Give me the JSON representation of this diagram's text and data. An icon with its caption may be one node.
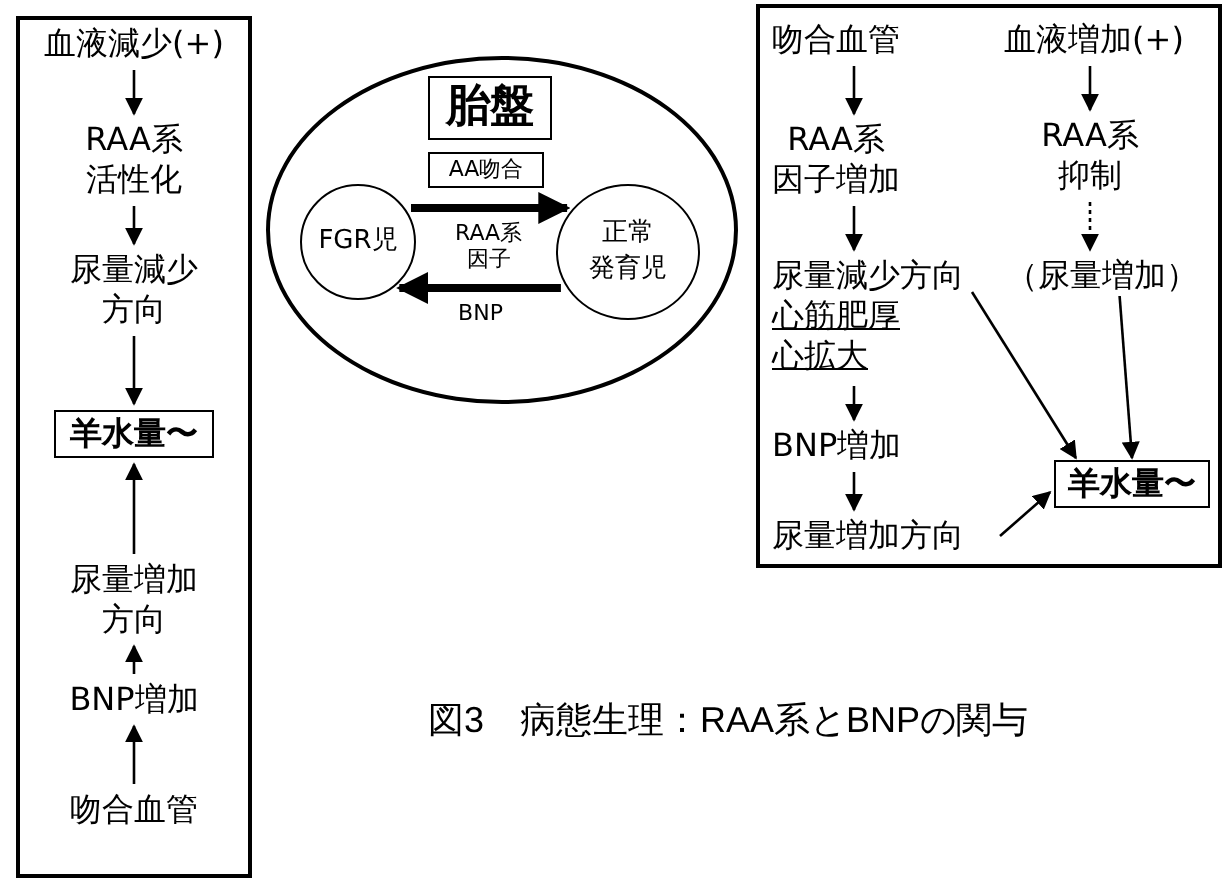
{
  "diagram": {
    "caption": "図3　病態生理：RAA系とBNPの関与",
    "nodes": [
      {
        "text": [],
        "shape": "box"
      },
      {
        "text": [
          "血液減少(+)"
        ],
        "in": 0
      },
      {
        "text": [
          "RAA系活性化"
        ],
        "in": 0
      },
      {
        "text": [
          "尿量減少方向"
        ],
        "in": 0
      },
      {
        "text": [
          "羊水量〜"
        ],
        "in": 0
      },
      {
        "text": [
          "尿量増加方向"
        ],
        "in": 0
      },
      {
        "text": [
          "BNP増加"
        ],
        "in": 0
      },
      {
        "text": [
          "吻合血管"
        ],
        "in": 0
      },
      {
        "text": [],
        "shape": "circle"
      },
      {
        "text": [
          "胎盤"
        ],
        "in": 8
      },
      {
        "text": [
          "AA吻合"
        ],
        "in": 8
      },
      {
        "text": [
          "FGR児"
        ],
        "in": 8
      },
      {
        "text": [
          "正常発育児"
        ],
        "in": 8
      },
      {
        "text": [],
        "shape": "box"
      },
      {
        "text": [
          "吻合血管"
        ],
        "in": 13
      },
      {
        "text": [
          "RAA系因子増加"
        ],
        "in": 13
      },
      {
        "text": [
          "尿量減少方向",
          "心筋肥厚",
          "心拡大"
        ],
        "in": 13
      },
      {
        "text": [
          "BNP増加"
        ],
        "in": 13
      },
      {
        "text": [
          "尿量増加方向"
        ],
        "in": 13
      },
      {
        "text": [
          "血液増加(+)"
        ],
        "in": 13
      },
      {
        "text": [
          "RAA系抑制"
        ],
        "in": 13
      },
      {
        "text": [
          "（尿量増加）"
        ],
        "in": 13
      },
      {
        "text": [
          "羊水量〜"
        ],
        "in": 13
      }
    ],
    "edges": [
      {
        "from": 1,
        "to": 2,
        "arrow": "to"
      },
      {
        "from": 2,
        "to": 3,
        "arrow": "to"
      },
      {
        "from": 3,
        "to": 4,
        "arrow": "to"
      },
      {
        "from": 5,
        "to": 4,
        "arrow": "to"
      },
      {
        "from": 6,
        "to": 5,
        "arrow": "to"
      },
      {
        "from": 7,
        "to": 6,
        "arrow": "to"
      },
      {
        "from": 11,
        "to": 12,
        "arrow": "to",
        "label": "RAA系因子",
        "style": "thick"
      },
      {
        "from": 12,
        "to": 11,
        "arrow": "to",
        "label": "BNP",
        "style": "thick"
      },
      {
        "from": 14,
        "to": 15,
        "arrow": "to"
      },
      {
        "from": 15,
        "to": 16,
        "arrow": "to"
      },
      {
        "from": 16,
        "to": 17,
        "arrow": "to"
      },
      {
        "from": 17,
        "to": 18,
        "arrow": "to"
      },
      {
        "from": 18,
        "to": 22,
        "arrow": "to"
      },
      {
        "from": 16,
        "to": 22,
        "arrow": "to"
      },
      {
        "from": 19,
        "to": 20,
        "arrow": "to"
      },
      {
        "from": 20,
        "to": 21,
        "arrow": "to",
        "style": "dashed"
      },
      {
        "from": 21,
        "to": 22,
        "arrow": "to"
      }
    ]
  }
}
